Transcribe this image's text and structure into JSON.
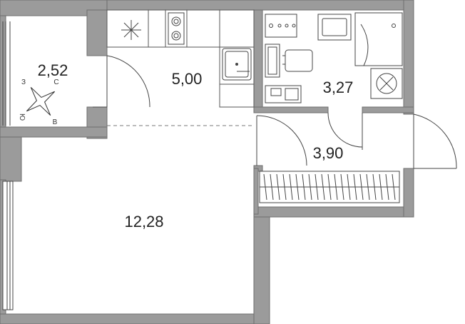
{
  "rooms": [
    {
      "id": "balcony",
      "area": "2,52"
    },
    {
      "id": "kitchen",
      "area": "5,00"
    },
    {
      "id": "bathroom",
      "area": "3,27"
    },
    {
      "id": "hallway",
      "area": "3,90"
    },
    {
      "id": "living",
      "area": "12,28"
    }
  ],
  "compass": {
    "north": "С",
    "south": "Ю",
    "east": "В",
    "west": "З"
  },
  "colors": {
    "wall": "#9b9b9b",
    "wall_edge": "#6e6e6e",
    "line": "#444444",
    "floor": "#ffffff"
  }
}
